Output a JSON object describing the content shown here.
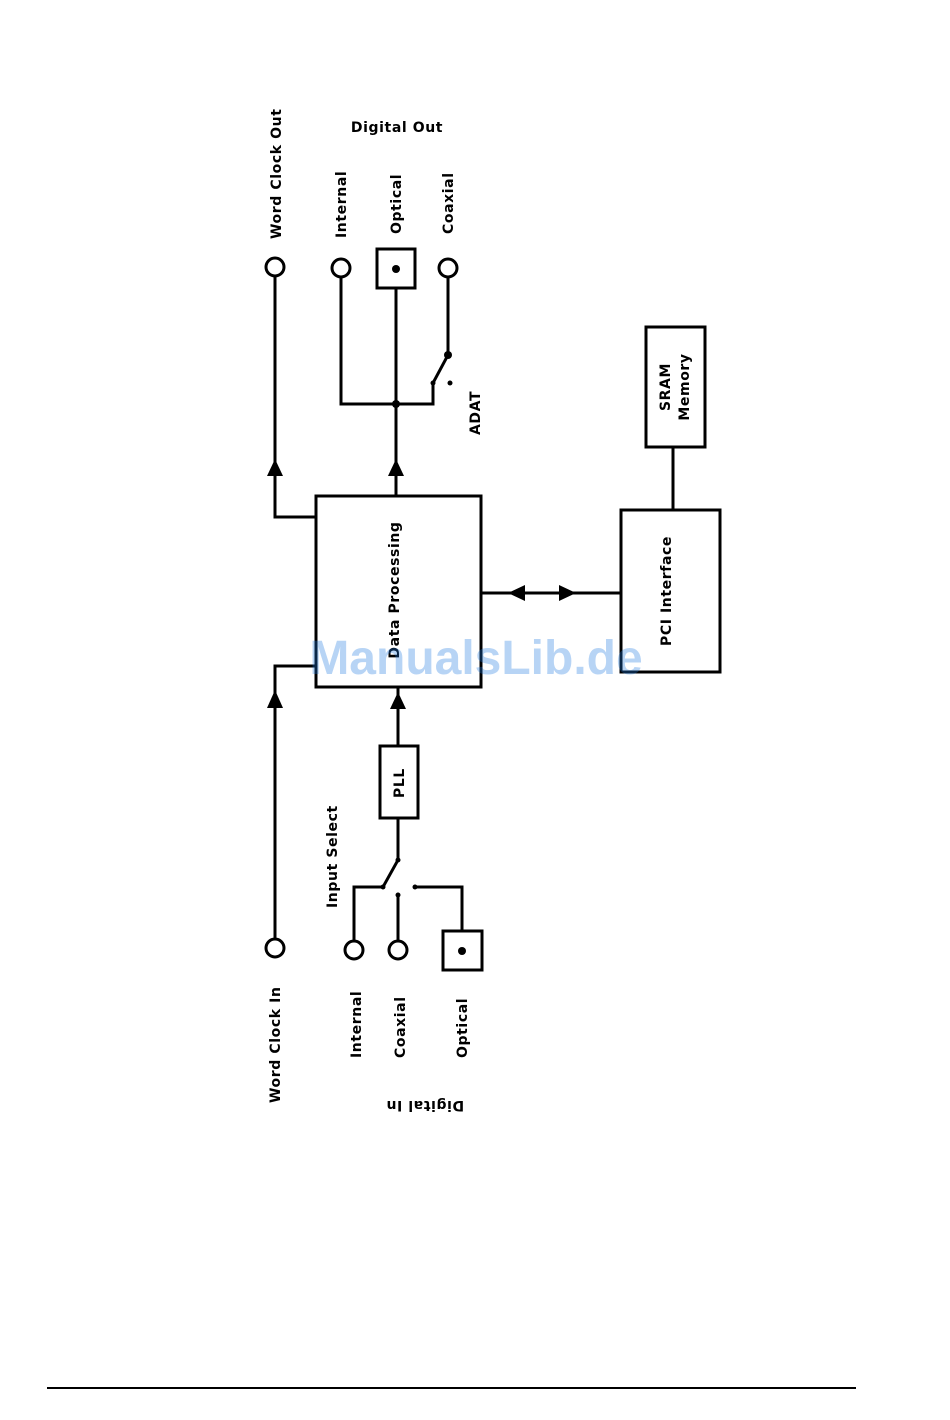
{
  "labels": {
    "word_clock_out": "Word Clock Out",
    "digital_out": "Digital Out",
    "out_internal": "Internal",
    "out_optical": "Optical",
    "out_coaxial": "Coaxial",
    "adat": "ADAT",
    "sram_line1": "SRAM",
    "sram_line2": "Memory",
    "data_processing": "Data Processing",
    "pci_interface": "PCI Interface",
    "pll": "PLL",
    "input_select": "Input Select",
    "word_clock_in": "Word Clock In",
    "in_internal": "Internal",
    "in_coaxial": "Coaxial",
    "in_optical": "Optical",
    "digital_in": "Digital In"
  },
  "watermark": "ManualsLib.de",
  "colors": {
    "line": "#000000",
    "watermark": "#1f7ae0"
  }
}
